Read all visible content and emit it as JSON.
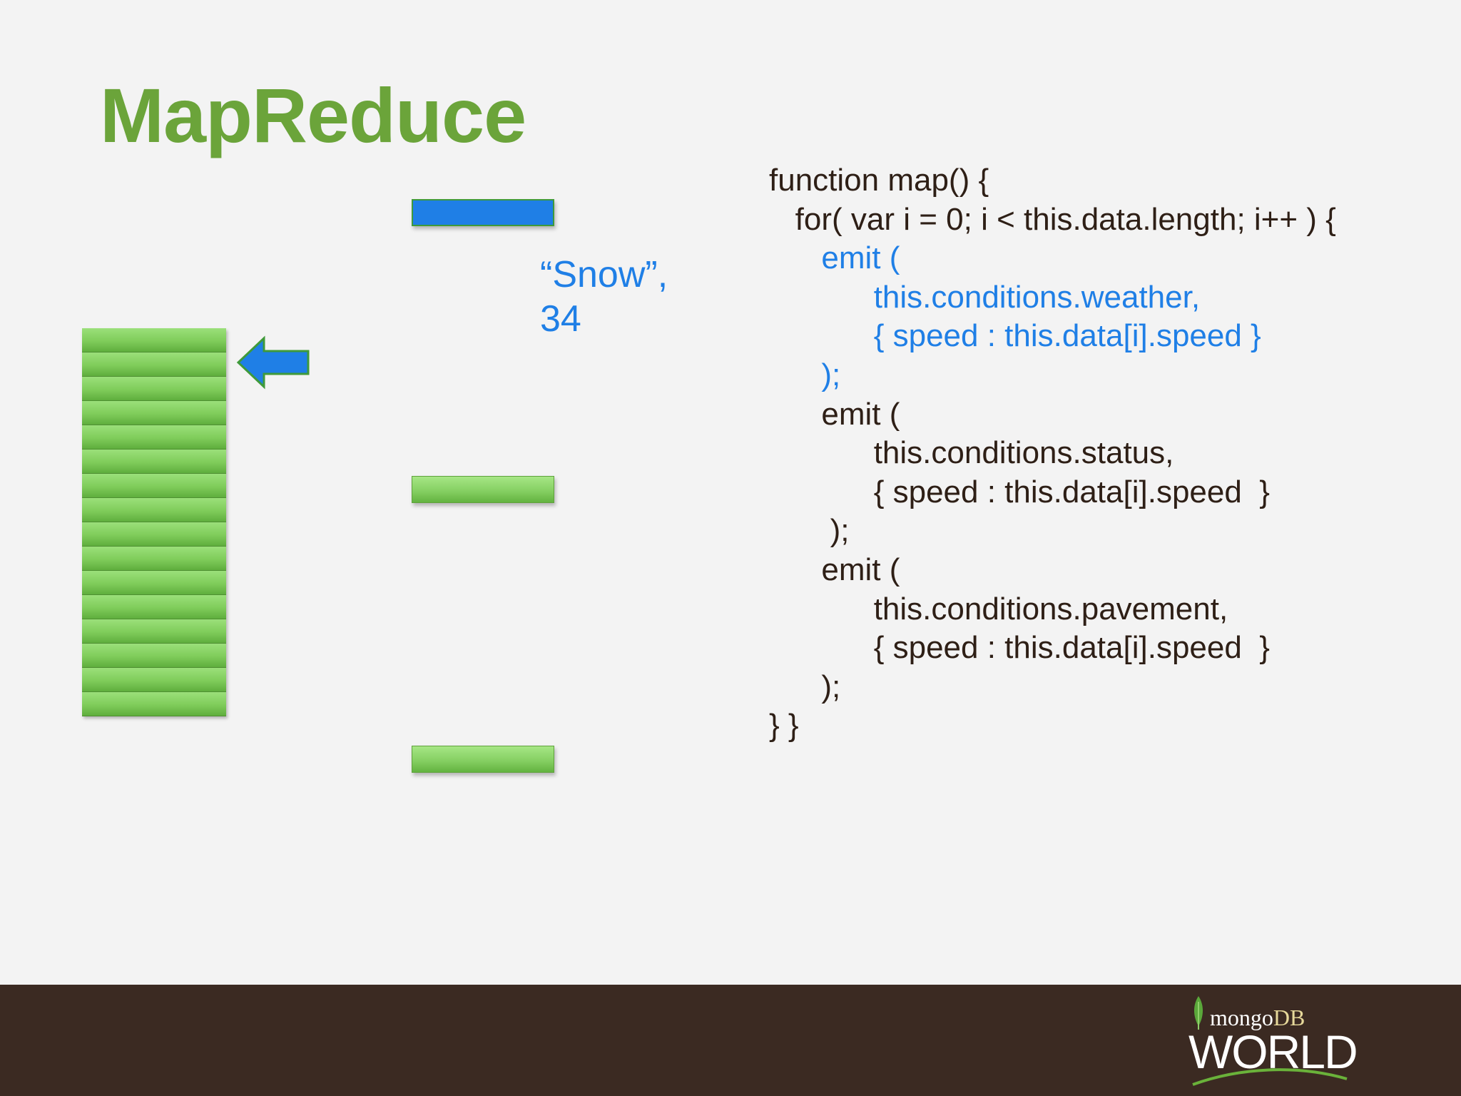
{
  "slide": {
    "title": "MapReduce",
    "emitted_pair": [
      "“Snow”,",
      "34"
    ],
    "code_lines": [
      {
        "text": "function map() {",
        "highlight": false
      },
      {
        "text": "   for( var i = 0; i < this.data.length; i++ ) {",
        "highlight": false
      },
      {
        "text": "      emit (",
        "highlight": true
      },
      {
        "text": "            this.conditions.weather,",
        "highlight": true
      },
      {
        "text": "            { speed : this.data[i].speed }",
        "highlight": true
      },
      {
        "text": "      );",
        "highlight": true
      },
      {
        "text": "      emit (",
        "highlight": false
      },
      {
        "text": "            this.conditions.status,",
        "highlight": false
      },
      {
        "text": "            { speed : this.data[i].speed  }",
        "highlight": false
      },
      {
        "text": "       );",
        "highlight": false
      },
      {
        "text": "      emit (",
        "highlight": false
      },
      {
        "text": "            this.conditions.pavement,",
        "highlight": false
      },
      {
        "text": "            { speed : this.data[i].speed  }",
        "highlight": false
      },
      {
        "text": "      );",
        "highlight": false
      },
      {
        "text": "} }",
        "highlight": false
      }
    ],
    "document_stack_count": 16
  },
  "footer": {
    "logo_small_mongo": "mongo",
    "logo_small_db": "DB",
    "logo_big": "WORLD"
  },
  "colors": {
    "title_green": "#6ba43a",
    "accent_blue": "#1f7fe6",
    "footer_brown": "#3b2a22"
  }
}
